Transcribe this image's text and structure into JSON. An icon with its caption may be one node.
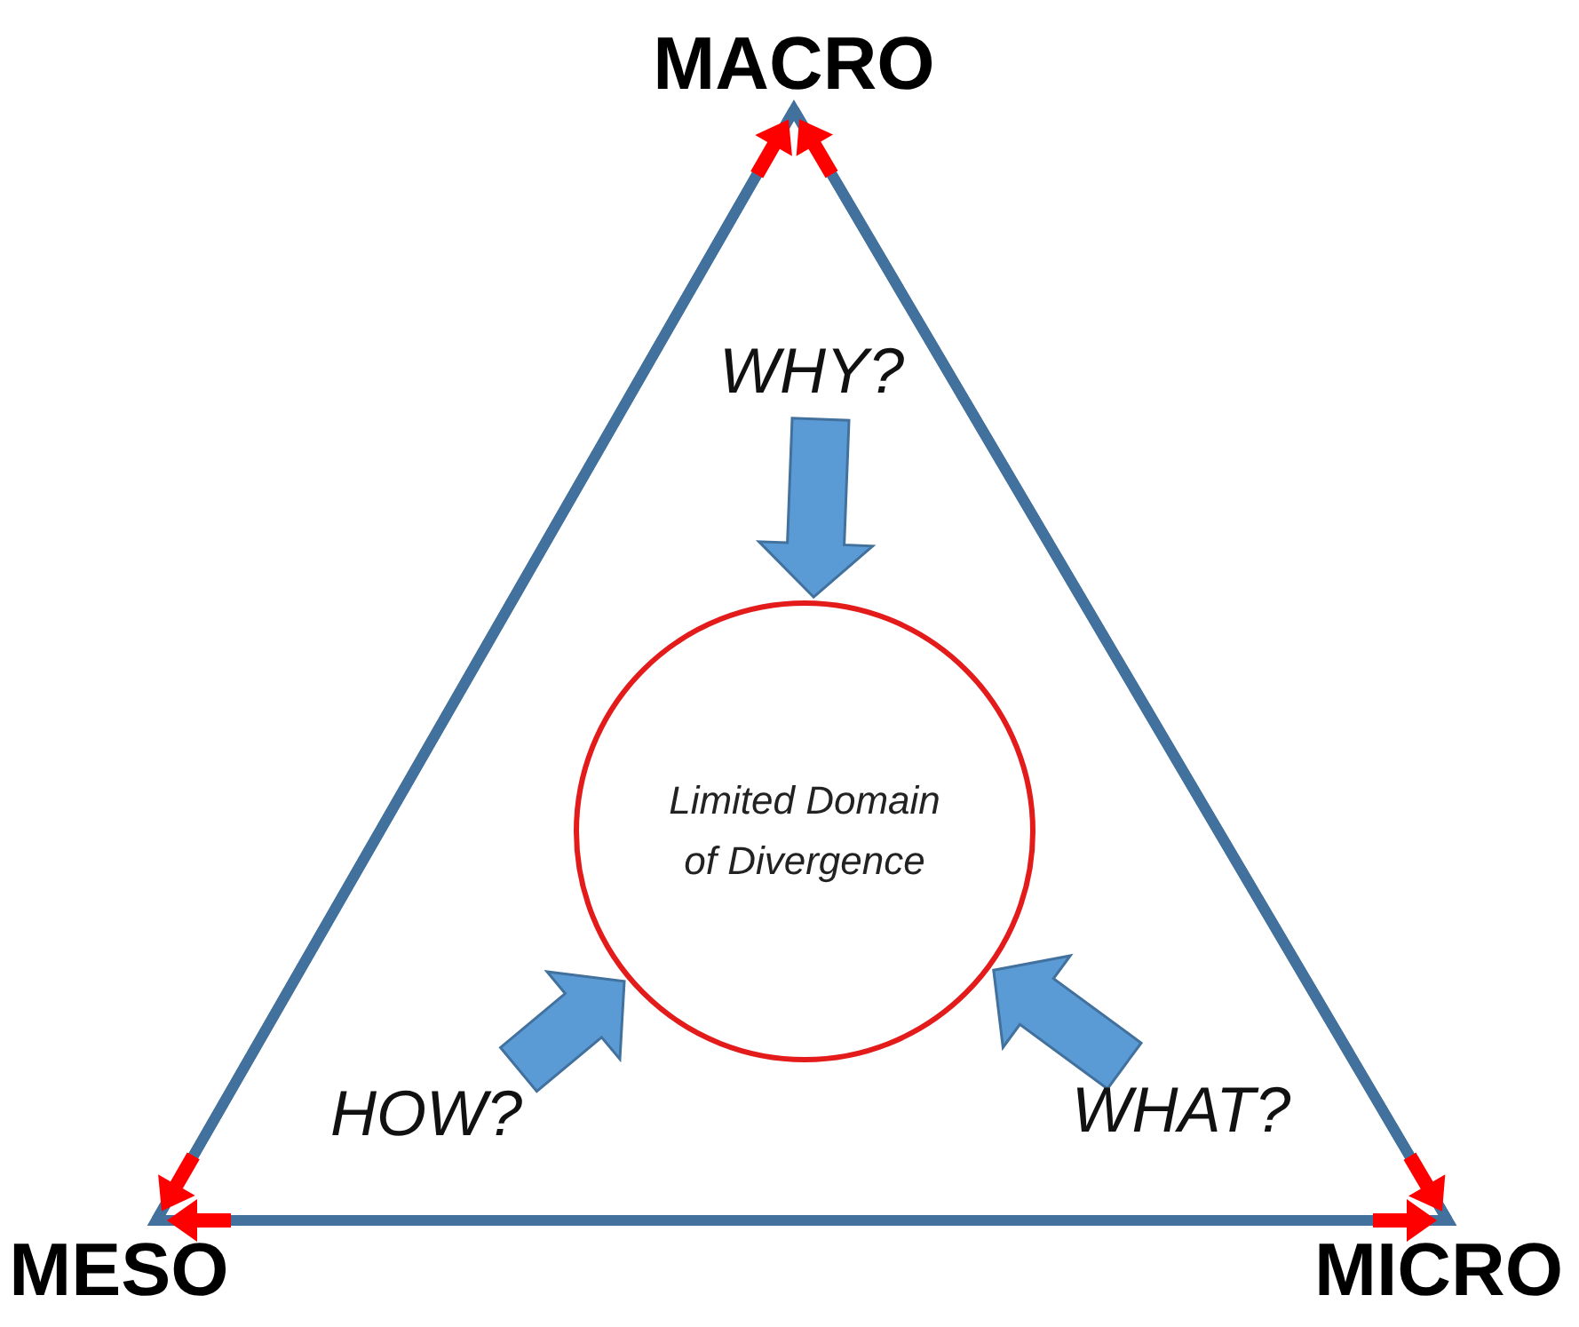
{
  "diagram": {
    "nodes": [
      {
        "text": [
          "MACRO"
        ]
      },
      {
        "text": [
          "MESO"
        ]
      },
      {
        "text": [
          "MICRO"
        ]
      },
      {
        "text": [
          "Limited Domain of Divergence"
        ]
      },
      {
        "text": [
          "WHY?"
        ]
      },
      {
        "text": [
          "HOW?"
        ]
      },
      {
        "text": [
          "WHAT?"
        ]
      }
    ],
    "edges": [
      {
        "from": 0,
        "to": 1,
        "arrow": "both"
      },
      {
        "from": 0,
        "to": 2,
        "arrow": "both"
      },
      {
        "from": 1,
        "to": 2,
        "arrow": "both"
      },
      {
        "from": 4,
        "to": 3,
        "arrow": "to"
      },
      {
        "from": 5,
        "to": 3,
        "arrow": "to"
      },
      {
        "from": 6,
        "to": 3,
        "arrow": "to"
      }
    ]
  }
}
